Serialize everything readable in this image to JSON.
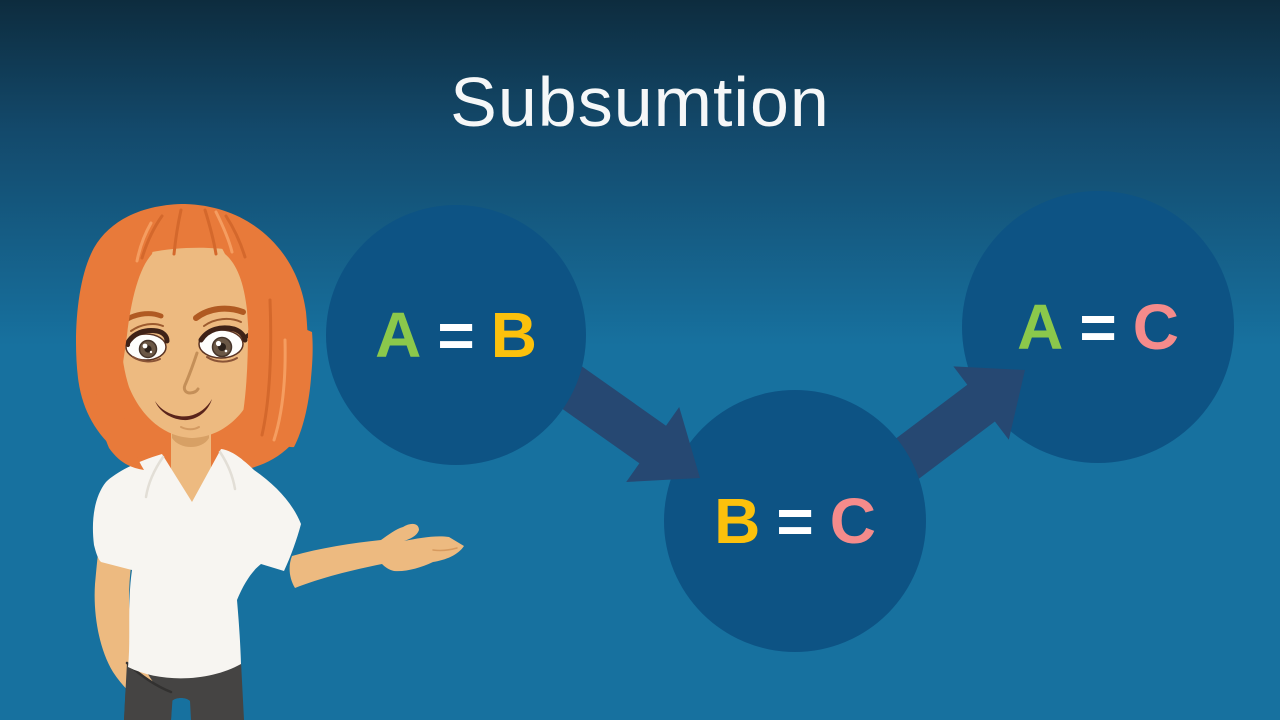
{
  "title": "Subsumtion",
  "title_color": "#f5f7f8",
  "background": {
    "top_color": "#0d2c3e",
    "mid_color": "#13496b",
    "bottom_color": "#17719f"
  },
  "diagram": {
    "node_fill": "#0d5384",
    "arrow_color": "#264872",
    "operator_color": "#ffffff",
    "nodes": [
      {
        "left": "A",
        "operator": "=",
        "right": "B",
        "left_color": "#8bc84b",
        "right_color": "#fcc10c"
      },
      {
        "left": "B",
        "operator": "=",
        "right": "C",
        "left_color": "#fcc10c",
        "right_color": "#f48b8b"
      },
      {
        "left": "A",
        "operator": "=",
        "right": "C",
        "left_color": "#8bc84b",
        "right_color": "#f48b8b"
      }
    ]
  },
  "presenter": {
    "colors": {
      "hair": "#e87a3a",
      "hair_dark": "#d4682c",
      "hair_light": "#f59d60",
      "skin": "#edba80",
      "skin_shadow": "#d7a065",
      "shirt": "#f7f5f1",
      "pants": "#454443"
    }
  }
}
